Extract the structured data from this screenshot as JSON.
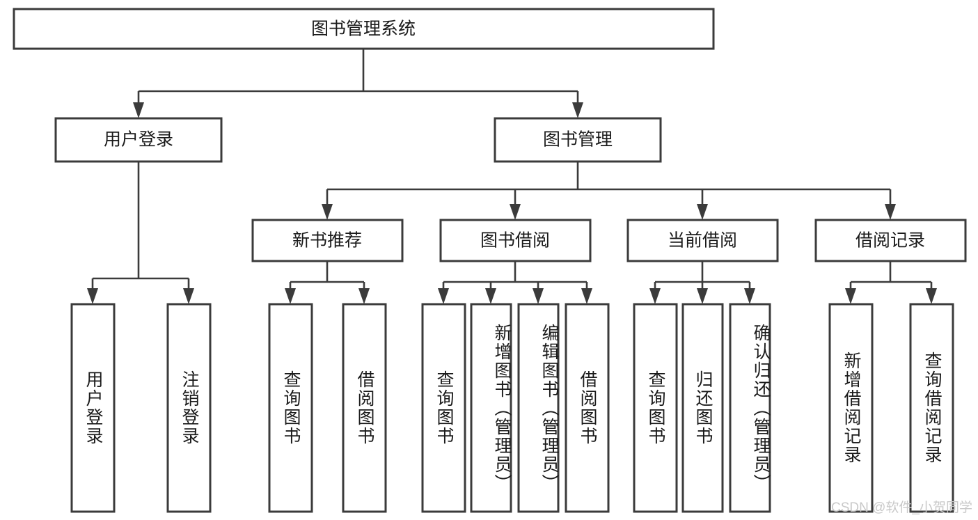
{
  "diagram": {
    "type": "tree-hierarchy",
    "title": "图书管理系统",
    "root": {
      "id": "root",
      "label": "图书管理系统",
      "level": 1
    },
    "level2": [
      {
        "id": "user-login",
        "label": "用户登录"
      },
      {
        "id": "book-manage",
        "label": "图书管理"
      }
    ],
    "level3": [
      {
        "id": "new-book-recommend",
        "label": "新书推荐",
        "parent": "book-manage"
      },
      {
        "id": "book-borrow",
        "label": "图书借阅",
        "parent": "book-manage"
      },
      {
        "id": "current-borrow",
        "label": "当前借阅",
        "parent": "book-manage"
      },
      {
        "id": "borrow-record",
        "label": "借阅记录",
        "parent": "book-manage"
      }
    ],
    "leaves": {
      "user-login": [
        {
          "id": "leaf-user-login",
          "label": "用户登录"
        },
        {
          "id": "leaf-user-logout",
          "label": "注销登录"
        }
      ],
      "new-book-recommend": [
        {
          "id": "leaf-query-book-1",
          "label": "查询图书"
        },
        {
          "id": "leaf-borrow-book-1",
          "label": "借阅图书"
        }
      ],
      "book-borrow": [
        {
          "id": "leaf-query-book-2",
          "label": "查询图书"
        },
        {
          "id": "leaf-add-book",
          "label": "新增图书（管理员）"
        },
        {
          "id": "leaf-edit-book",
          "label": "编辑图书（管理员）"
        },
        {
          "id": "leaf-borrow-book-2",
          "label": "借阅图书"
        }
      ],
      "current-borrow": [
        {
          "id": "leaf-query-book-3",
          "label": "查询图书"
        },
        {
          "id": "leaf-return-book",
          "label": "归还图书"
        },
        {
          "id": "leaf-confirm-return",
          "label": "确认归还（管理员）"
        }
      ],
      "borrow-record": [
        {
          "id": "leaf-add-record",
          "label": "新增借阅记录"
        },
        {
          "id": "leaf-query-record",
          "label": "查询借阅记录"
        }
      ]
    }
  },
  "watermark": {
    "text": "CSDN @软件_小贺同学"
  },
  "colors": {
    "stroke": "#3b3b3b",
    "fill": "#ffffff",
    "text": "#1a1a1a",
    "watermark": "#c9c9c9"
  }
}
